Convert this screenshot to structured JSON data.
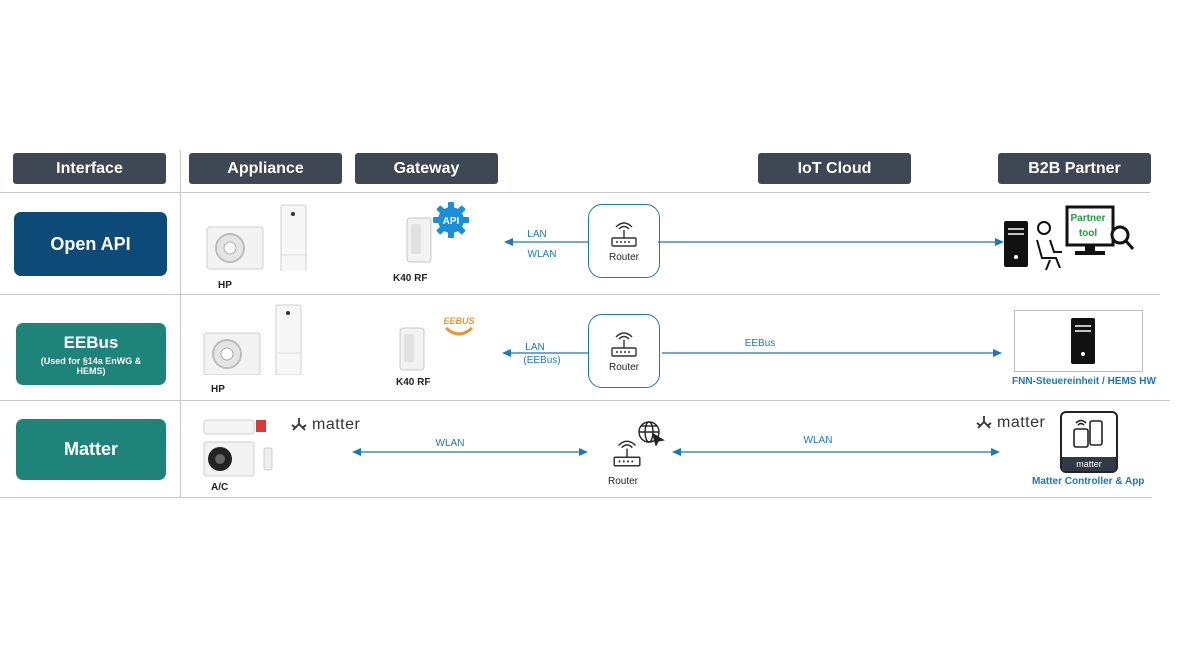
{
  "headers": {
    "interface": "Interface",
    "appliance": "Appliance",
    "gateway": "Gateway",
    "iot_cloud": "IoT Cloud",
    "b2b_partner": "B2B Partner"
  },
  "rows": {
    "open_api": {
      "title": "Open API",
      "appliance_label": "HP",
      "gateway_label": "K40 RF",
      "badge": "API",
      "link_left_top": "LAN",
      "link_left_bottom": "WLAN",
      "router_label": "Router",
      "partner_tool_line1": "Partner",
      "partner_tool_line2": "tool"
    },
    "eebus": {
      "title": "EEBus",
      "subtitle_line1": "(Used for §14a EnWG &",
      "subtitle_line2": "HEMS)",
      "appliance_label": "HP",
      "gateway_label": "K40 RF",
      "badge": "EEBUS",
      "link_left_top": "LAN",
      "link_left_bottom": "(EEBus)",
      "router_label": "Router",
      "link_right": "EEBus",
      "partner_label": "FNN-Steuereinheit / HEMS HW"
    },
    "matter": {
      "title": "Matter",
      "appliance_label": "A/C",
      "logo_text": "matter",
      "link_left": "WLAN",
      "router_label": "Router",
      "link_right": "WLAN",
      "partner_logo_text": "matter",
      "controller_badge": "matter",
      "partner_label": "Matter Controller & App"
    }
  },
  "colors": {
    "header_bg": "#3f4852",
    "open_api_bg": "#0d4a78",
    "eebus_bg": "#1e8479",
    "matter_bg": "#1e8479",
    "link_blue": "#1a78b8",
    "eebus_orange": "#e8962e"
  },
  "icons": [
    "heat-pump-icon",
    "gateway-icon",
    "api-gear-icon",
    "eebus-icon",
    "router-icon",
    "computer-tower-icon",
    "user-icon",
    "monitor-icon",
    "magnifier-icon",
    "matter-logo-icon",
    "air-conditioner-icon",
    "globe-cursor-icon",
    "matter-controller-icon"
  ]
}
